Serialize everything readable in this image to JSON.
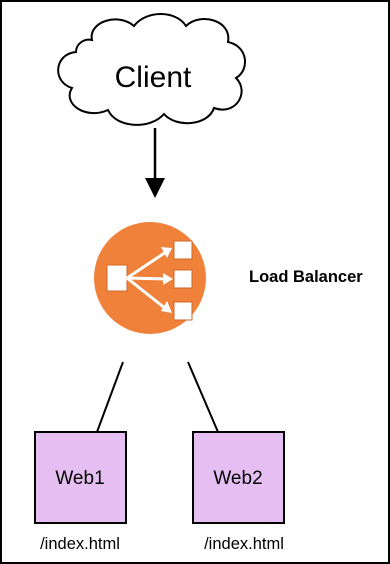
{
  "diagram": {
    "client": {
      "label": "Client"
    },
    "load_balancer": {
      "label": "Load Balancer",
      "color": "#f0813a",
      "icon": "load-balancer-icon"
    },
    "servers": [
      {
        "label": "Web1",
        "path": "/index.html",
        "fill": "#e6bff2"
      },
      {
        "label": "Web2",
        "path": "/index.html",
        "fill": "#e6bff2"
      }
    ]
  }
}
